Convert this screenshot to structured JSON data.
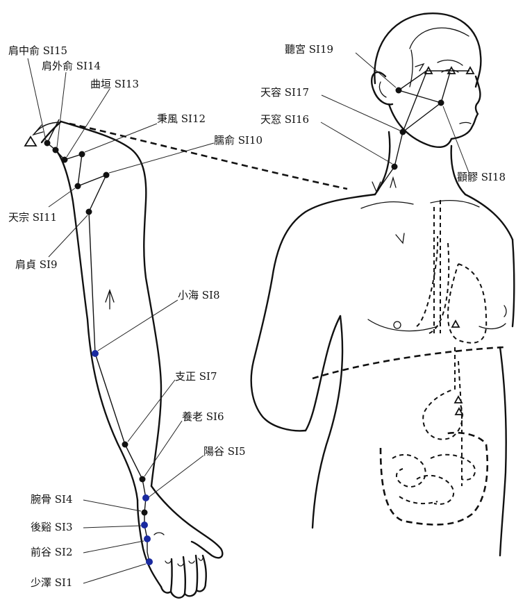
{
  "points": [
    {
      "key": "SI1",
      "label": "少澤 SI1",
      "color": "#1a2aa0"
    },
    {
      "key": "SI2",
      "label": "前谷 SI2",
      "color": "#1a2aa0"
    },
    {
      "key": "SI3",
      "label": "後谿 SI3",
      "color": "#1a2aa0"
    },
    {
      "key": "SI4",
      "label": "腕骨 SI4",
      "color": "#111111"
    },
    {
      "key": "SI5",
      "label": "陽谷 SI5",
      "color": "#1a2aa0"
    },
    {
      "key": "SI6",
      "label": "養老 SI6",
      "color": "#111111"
    },
    {
      "key": "SI7",
      "label": "支正 SI7",
      "color": "#111111"
    },
    {
      "key": "SI8",
      "label": "小海 SI8",
      "color": "#1a2aa0"
    },
    {
      "key": "SI9",
      "label": "肩貞 SI9",
      "color": "#111111"
    },
    {
      "key": "SI10",
      "label": "臑俞 SI10",
      "color": "#111111"
    },
    {
      "key": "SI11",
      "label": "天宗 SI11",
      "color": "#111111"
    },
    {
      "key": "SI12",
      "label": "秉風 SI12",
      "color": "#111111"
    },
    {
      "key": "SI13",
      "label": "曲垣 SI13",
      "color": "#111111"
    },
    {
      "key": "SI14",
      "label": "肩外俞 SI14",
      "color": "#111111"
    },
    {
      "key": "SI15",
      "label": "肩中俞 SI15",
      "color": "#111111"
    },
    {
      "key": "SI16",
      "label": "天窓 SI16",
      "color": "#111111"
    },
    {
      "key": "SI17",
      "label": "天容 SI17",
      "color": "#111111"
    },
    {
      "key": "SI18",
      "label": "顴髎 SI18",
      "color": "#111111"
    },
    {
      "key": "SI19",
      "label": "聽宮 SI19",
      "color": "#111111"
    }
  ]
}
